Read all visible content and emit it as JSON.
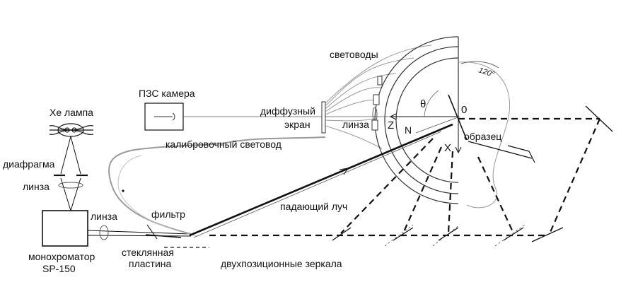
{
  "labels": {
    "xe_lamp": "Хе лампа",
    "diaphragm": "диафрагма",
    "lens_left": "линза",
    "monochromator_1": "монохроматор",
    "monochromator_2": "SP-150",
    "lens_bottom": "линза",
    "filter": "фильтр",
    "glass_plate_1": "стеклянная",
    "glass_plate_2": "пластина",
    "incident_beam": "падающий луч",
    "two_position_mirrors": "двухпозиционные зеркала",
    "calibration_lightguide": "калибровочный световод",
    "ccd_camera": "ПЗС камера",
    "diffuse_screen_1": "диффузный",
    "diffuse_screen_2": "экран",
    "lens_center": "линза",
    "light_guides": "световоды",
    "theta": "θ",
    "origin_o": "0",
    "axis_z": "Z",
    "axis_x": "X",
    "axis_n": "N",
    "sample": "образец",
    "angle_120": "120°"
  },
  "colors": {
    "line": "#111111",
    "thin_line": "#555555",
    "light_line": "#9a9a9a"
  }
}
